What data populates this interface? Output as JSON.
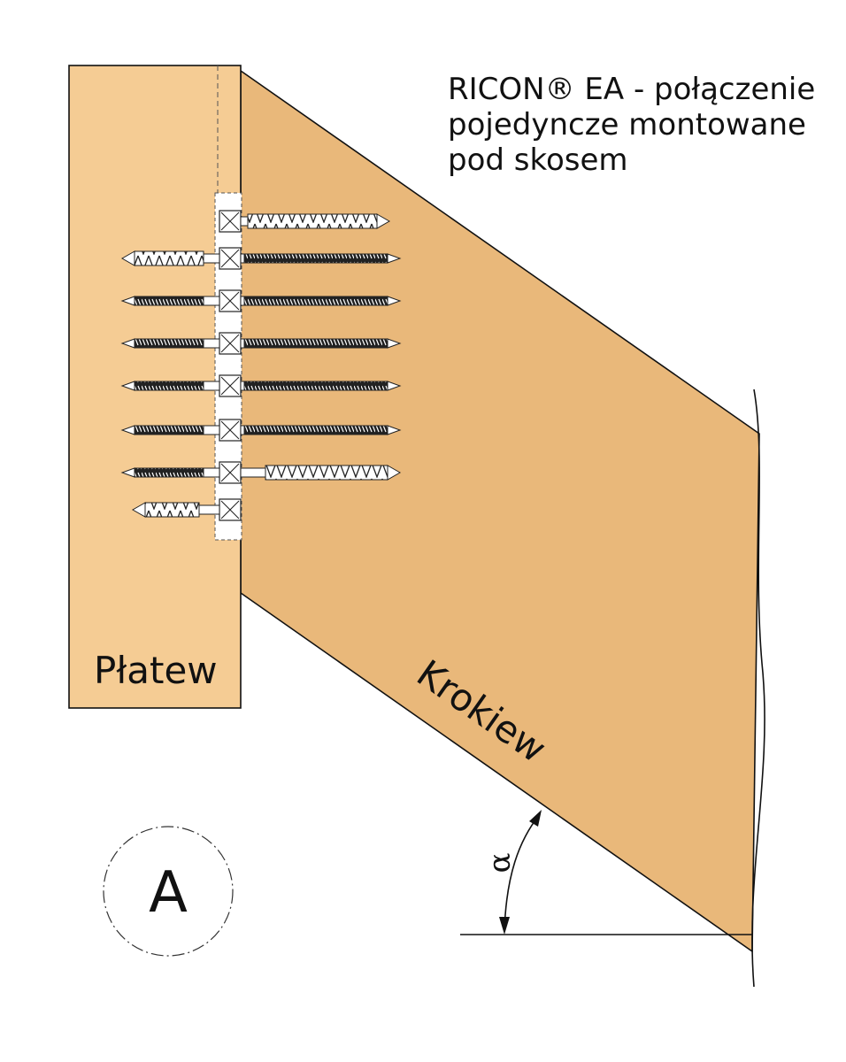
{
  "title_lines": [
    "RICON® EA - połączenie",
    "pojedyncze montowane",
    "pod skosem"
  ],
  "labels": {
    "purlin": "Płatew",
    "rafter": "Krokiew",
    "angle": "α",
    "detail": "A"
  },
  "colors": {
    "purlin": "#f5cc94",
    "rafter": "#e9b87a",
    "line": "#111111"
  }
}
